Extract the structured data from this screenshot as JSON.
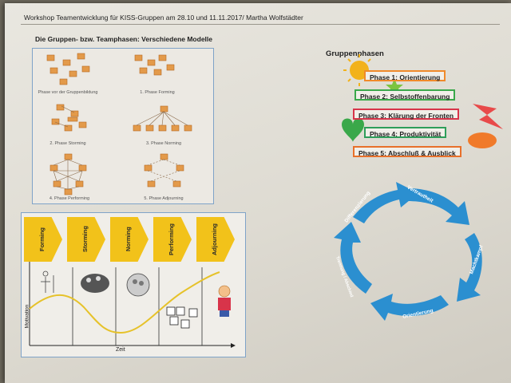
{
  "header": {
    "text": "Workshop Teamentwicklung für KISS-Gruppen  am 28.10 und 11.11.2017/ Martha Wolfstädter"
  },
  "models_section": {
    "title": "Die Gruppen- bzw. Teamphasen: Verschiedene Modelle",
    "captions": [
      "Phase vor der Gruppenbildung",
      "1. Phase Forming",
      "2. Phase Storming",
      "3. Phase Norming",
      "4. Phase Performing",
      "5. Phase Adjourning"
    ]
  },
  "tuckman": {
    "phases": [
      "Forming",
      "Storming",
      "Norming",
      "Performing",
      "Adjourning"
    ],
    "y_axis_label": "Motivation",
    "x_axis_label": "Zeit"
  },
  "gruppenphasen": {
    "title": "Gruppenphasen",
    "phases": [
      {
        "label": "Phase 1: Orientierung",
        "color": "#f08a2a"
      },
      {
        "label": "Phase 2: Selbstoffenbarung",
        "color": "#3aa84a"
      },
      {
        "label": "Phase 3: Klärung der Fronten",
        "color": "#d8344a"
      },
      {
        "label": "Phase 4: Produktivität",
        "color": "#2e9e5a"
      },
      {
        "label": "Phase 5: Abschluß & Ausblick",
        "color": "#e8702a"
      }
    ]
  },
  "cycle": {
    "labels": [
      "Vertrautheit",
      "Machtkampf",
      "Orientierung",
      "Trennung / Abschied",
      "Differenzierung"
    ],
    "color": "#2b8fd0"
  }
}
